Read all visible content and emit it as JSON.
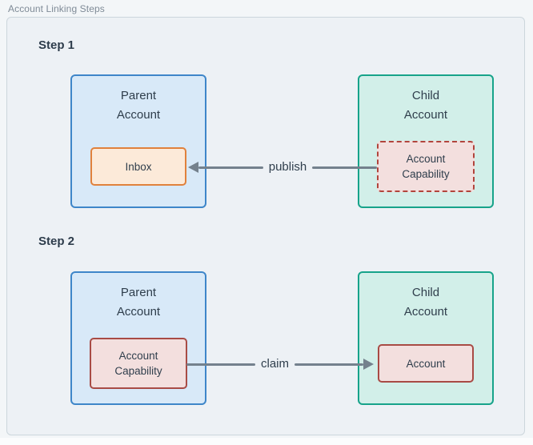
{
  "caption": "Account Linking Steps",
  "colors": {
    "panel_background": "#edf1f5",
    "panel_border": "#ccd6dc",
    "parent_box_fill": "#d8e9f8",
    "parent_box_border": "#3e86c9",
    "child_box_fill": "#d2efe9",
    "child_box_border": "#17a38a",
    "inbox_fill": "#fcead9",
    "inbox_border": "#e0813c",
    "capability_fill": "#f3dfde",
    "capability_border_solid": "#a84b45",
    "capability_border_dashed": "#b2443c",
    "arrow": "#74818d",
    "text": "#2f3e4c",
    "caption_text": "#7f8b97"
  },
  "steps": [
    {
      "heading": "Step 1",
      "parent_box": {
        "title": "Parent\nAccount",
        "inner_label": "Inbox"
      },
      "child_box": {
        "title": "Child\nAccount",
        "inner_label": "Account\nCapability"
      },
      "arrow": {
        "label": "publish",
        "direction": "left"
      }
    },
    {
      "heading": "Step 2",
      "parent_box": {
        "title": "Parent\nAccount",
        "inner_label": "Account\nCapability"
      },
      "child_box": {
        "title": "Child\nAccount",
        "inner_label": "Account"
      },
      "arrow": {
        "label": "claim",
        "direction": "right"
      }
    }
  ]
}
